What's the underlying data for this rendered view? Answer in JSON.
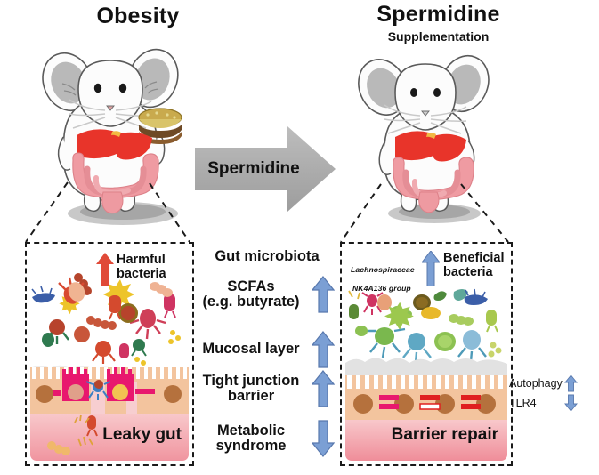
{
  "titles": {
    "left": "Obesity",
    "right": "Spermidine",
    "right_sub": "Supplementation"
  },
  "transition": {
    "arrow_label": "Spermidine",
    "arrow_color": "#a8a8a8",
    "icon": "right-arrow-icon"
  },
  "left_panel": {
    "bacteria_label": "Harmful\nbacteria",
    "bacteria_label_line1": "Harmful",
    "bacteria_label_line2": "bacteria",
    "bacteria_arrow_direction": "up",
    "bacteria_arrow_color": "#e04a38",
    "gut_state_label": "Leaky gut",
    "lumen_color": "#ffffff",
    "epithelium_color": "#f3c49e",
    "lamina_color": "#f3a0ab",
    "tight_junction_color": "#e8186e"
  },
  "right_panel": {
    "bacteria_label_line1": "Beneficial",
    "bacteria_label_line2": "bacteria",
    "bacteria_arrow_direction": "up",
    "bacteria_arrow_color": "#7b9fd4",
    "taxon_line1": "Lachnospiraceae",
    "taxon_line2": "NK4A136 group",
    "gut_state_label": "Barrier repair",
    "mucus_color": "#e2e2e2",
    "epithelium_color": "#f3c49e",
    "lamina_color": "#f3a0ab",
    "tight_junction_colors": [
      "#e8186e",
      "#e02020"
    ]
  },
  "center_rows": [
    {
      "label": "Gut microbiota",
      "arrow": "none",
      "arrow_direction": ""
    },
    {
      "label": "SCFAs\n(e.g. butyrate)",
      "line1": "SCFAs",
      "line2": "(e.g. butyrate)",
      "arrow": "up",
      "arrow_direction": "up"
    },
    {
      "label": "Mucosal layer",
      "line1": "Mucosal layer",
      "line2": "",
      "arrow": "up",
      "arrow_direction": "up"
    },
    {
      "label": "Tight junction\nbarrier",
      "line1": "Tight junction",
      "line2": "barrier",
      "arrow": "up",
      "arrow_direction": "up"
    },
    {
      "label": "Metabolic\nsyndrome",
      "line1": "Metabolic",
      "line2": "syndrome",
      "arrow": "down",
      "arrow_direction": "down"
    }
  ],
  "side_markers": [
    {
      "label": "Autophagy",
      "arrow_direction": "up"
    },
    {
      "label": "TLR4",
      "arrow_direction": "down"
    }
  ],
  "colors": {
    "arrow_blue": "#7b9fd4",
    "arrow_blue_stroke": "#5878ad",
    "arrow_red": "#e04a38",
    "dash_black": "#1a1a1a",
    "mouse_body": "#fbfbfb",
    "mouse_outline": "#4a4a4a",
    "mouse_ear": "#b8b8b8",
    "liver_red": "#e8342a",
    "intestine_pink": "#f0a0a4",
    "shadow": "#8f8f8f"
  },
  "mouse_left": {
    "name": "obese-mouse",
    "holds": "burger",
    "burger_bun": "#c8a84a",
    "burger_patty": "#6b4a28"
  },
  "mouse_right": {
    "name": "lean-mouse",
    "holds": "none"
  }
}
